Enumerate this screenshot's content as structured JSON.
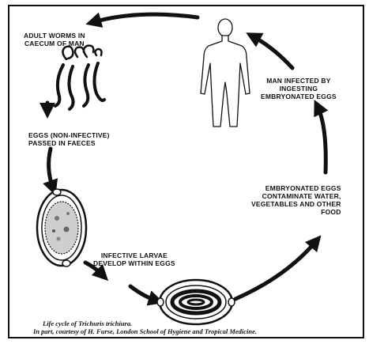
{
  "labels": {
    "adult_worms": [
      "ADULT WORMS IN",
      "CAECUM OF MAN"
    ],
    "eggs_passed": [
      "EGGS (NON-INFECTIVE)",
      "PASSED IN FAECES"
    ],
    "larvae": [
      "INFECTIVE LARVAE",
      "DEVELOP WITHIN EGGS"
    ],
    "contaminate": [
      "EMBRYONATED EGGS",
      "CONTAMINATE WATER,",
      "VEGETABLES AND OTHER",
      "FOOD"
    ],
    "man_infected": [
      "MAN INFECTED BY",
      "INGESTING",
      "EMBRYONATED EGGS"
    ]
  },
  "caption": {
    "line1": "Life cycle of Trichuris trichiura.",
    "line2": "In part, courtesy of H. Furse, London School of Hygiene and Tropical Medicine."
  },
  "colors": {
    "ink": "#111111",
    "egg_fill": "#cfcfcf",
    "background": "#ffffff"
  },
  "icons": [
    "human-figure-icon",
    "adult-worms-icon",
    "egg-unembryonated-icon",
    "egg-embryonated-icon"
  ]
}
